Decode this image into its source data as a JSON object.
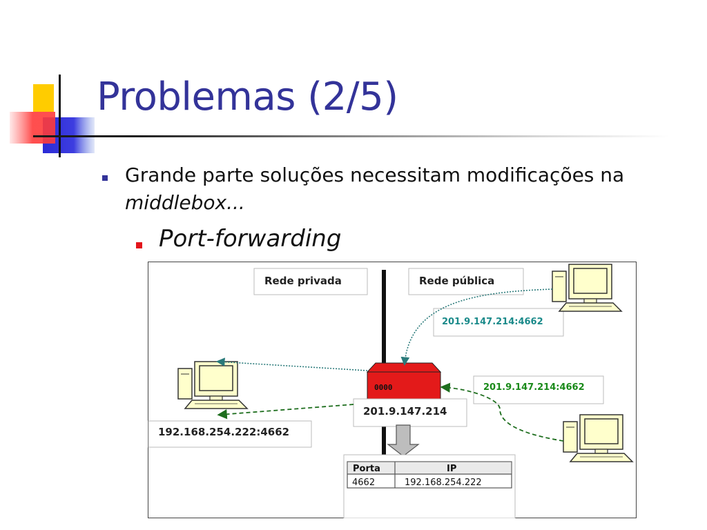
{
  "slide": {
    "title": "Problemas (2/5)",
    "bullet1_line1": "Grande parte soluções necessitam modificações na",
    "bullet1_line2": "middlebox...",
    "bullet2": "Port-forwarding"
  },
  "diagram": {
    "private_net_label": "Rede privada",
    "public_net_label": "Rede pública",
    "router_ip": "201.9.147.214",
    "router_leds": "0000",
    "dest_addr_top": "201.9.147.214:4662",
    "dest_addr_right": "201.9.147.214:4662",
    "internal_addr": "192.168.254.222:4662",
    "table": {
      "headers": [
        "Porta",
        "IP"
      ],
      "rows": [
        [
          "4662",
          "192.168.254.222"
        ]
      ]
    }
  },
  "colors": {
    "title": "#333399",
    "bullet1": "#333399",
    "bullet2": "#e3141b",
    "router": "#e31a1a",
    "addr_top_text": "#1a8a8a",
    "addr_right_text": "#1a8a1a",
    "monitor_fill": "#ffffcc"
  },
  "icons": {
    "router": "router-icon",
    "computer": "computer-icon",
    "arrow": "down-arrow-icon"
  }
}
